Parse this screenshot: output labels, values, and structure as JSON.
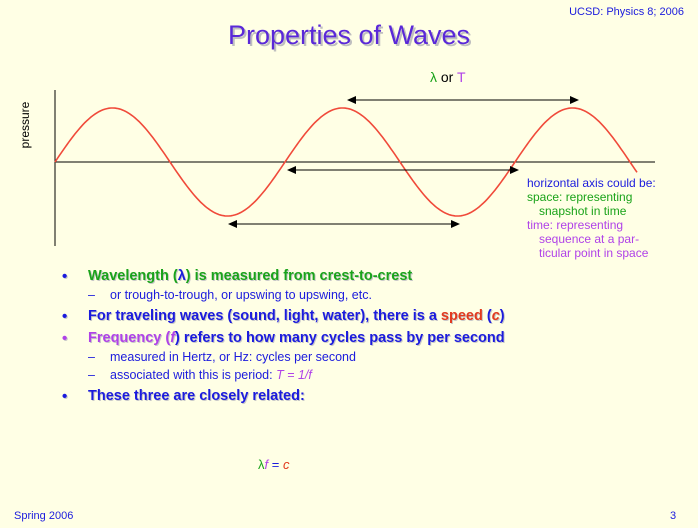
{
  "header": {
    "course": "UCSD: Physics 8; 2006",
    "title": "Properties of Waves"
  },
  "figure": {
    "y_axis_label": "pressure",
    "lambda_symbol": "λ",
    "or_text": " or ",
    "period_symbol": "T",
    "axis_note": {
      "line1": "horizontal axis could be:",
      "space1": "space: representing",
      "space2": "snapshot in time",
      "time1": "time: representing",
      "time2": "sequence at a par-",
      "time3": "ticular point in space"
    },
    "colors": {
      "wave": "#F04A3A",
      "axis": "#000000",
      "green": "#1AA31A",
      "purple": "#B042E8",
      "red": "#E23A1E",
      "blue": "#1B1BDD"
    }
  },
  "bullets": {
    "b1_term": "Wavelength (",
    "b1_sym": "λ",
    "b1_rest": ") is measured from crest-to-crest",
    "s1": "or trough-to-trough, or upswing to upswing, etc.",
    "b2_text": "For traveling waves (sound, light, water), there is a ",
    "b2_speed": "speed",
    "b2_open": " (",
    "b2_c": "c",
    "b2_close": ")",
    "b3_term": "Frequency (",
    "b3_sym": "f",
    "b3_rest": ") refers to how many cycles pass by per second",
    "s2": "measured in Hertz, or Hz: cycles per second",
    "s3_text": "associated with this is period: ",
    "s3_formula": "T = 1/f",
    "b4": "These three are closely related:"
  },
  "formula": {
    "lambda": "λ",
    "f": "f",
    "eq": " = ",
    "c": "c"
  },
  "footer": {
    "left": "Spring 2006",
    "page": "3"
  }
}
